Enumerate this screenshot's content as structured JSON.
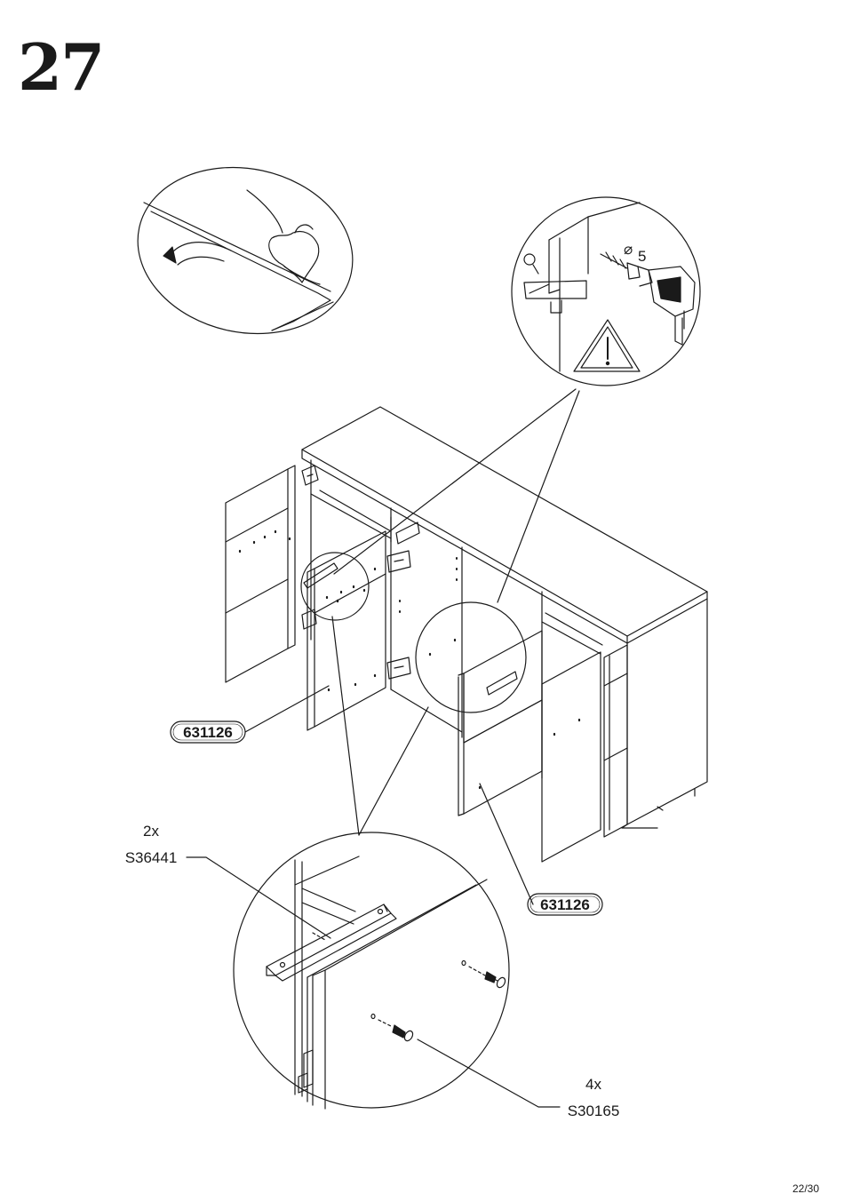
{
  "step": "27",
  "labels": {
    "part_left": "631126",
    "part_right": "631126",
    "handle_qty": "2x",
    "handle_code": "S36441",
    "screw_qty": "4x",
    "screw_code": "S30165",
    "drill_size": "5"
  },
  "page": "22/30",
  "icons": [
    "peel-film-icon",
    "drill-icon",
    "warning-icon",
    "screw-icon",
    "handle-icon"
  ]
}
